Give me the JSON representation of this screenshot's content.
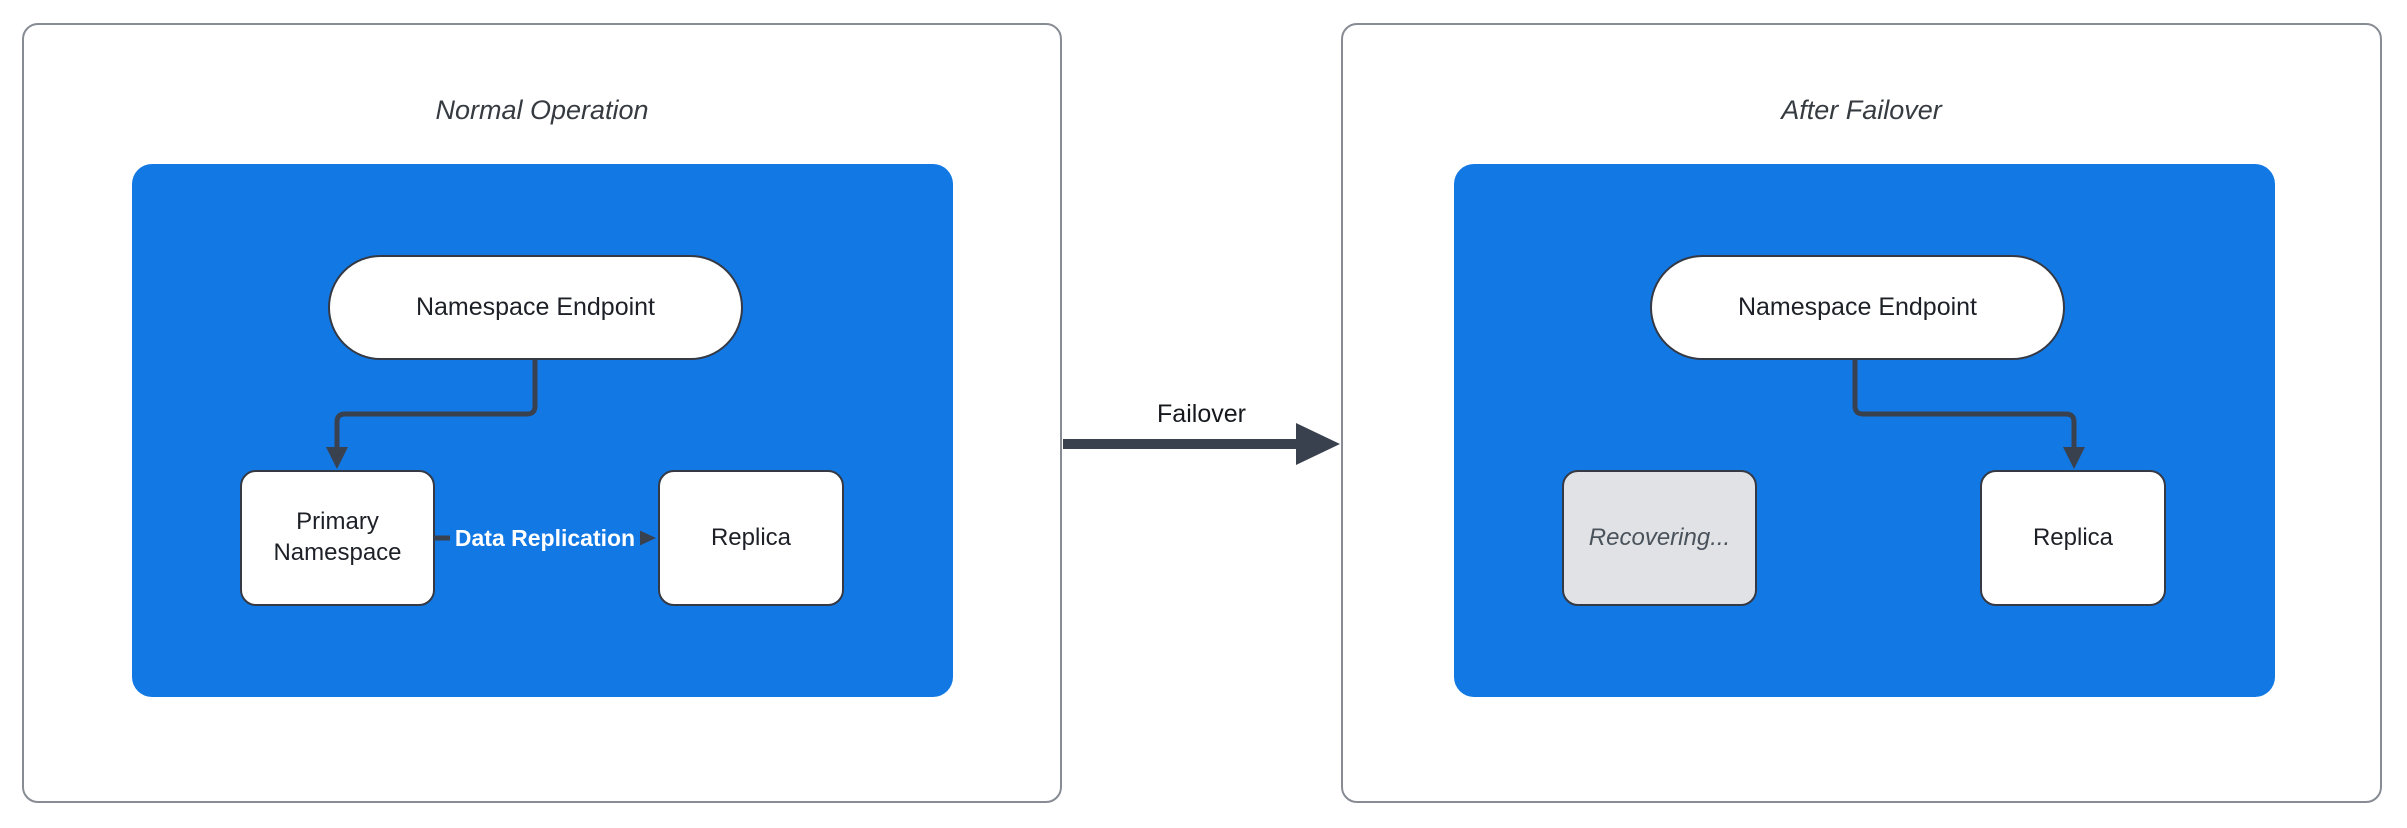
{
  "diagram": {
    "panels": [
      {
        "title": "Normal Operation",
        "endpoint_label": "Namespace Endpoint",
        "left_node_label": "Primary Namespace",
        "right_node_label": "Replica",
        "edge_label": "Data Replication"
      },
      {
        "title": "After Failover",
        "endpoint_label": "Namespace Endpoint",
        "left_node_label": "Recovering...",
        "right_node_label": "Replica"
      }
    ],
    "transition_label": "Failover",
    "colors": {
      "cluster_fill": "#1278e4",
      "node_fill": "#ffffff",
      "node_border": "#343943",
      "disabled_node_fill": "#e0e2e5",
      "disabled_node_text": "#4a525c",
      "connector": "#3a414e",
      "panel_border": "#878c94",
      "title_text": "#363b41",
      "edge_label_text": "#ffffff"
    }
  }
}
